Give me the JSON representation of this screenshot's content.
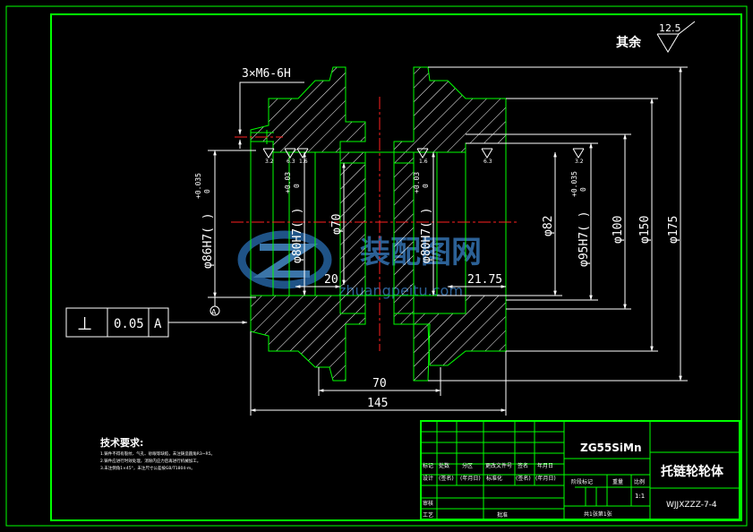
{
  "surface_note": {
    "label": "其余",
    "roughness": "12.5"
  },
  "thread_callout": "3×M6-6H",
  "dimensions": {
    "d86": "φ86H7(  )",
    "d86_tol_upper": "+0.035",
    "d86_tol_lower": "0",
    "d80_left": "φ80H7(  )",
    "d80_left_tol_upper": "+0.03",
    "d80_left_tol_lower": "0",
    "d70": "φ70",
    "d80_right": "φ80H7(  )",
    "d80_right_tol_upper": "+0.03",
    "d80_right_tol_lower": "0",
    "d82": "φ82",
    "d95": "φ95H7(  )",
    "d95_tol_upper": "+0.035",
    "d95_tol_lower": "0",
    "d100": "φ100",
    "d150": "φ150",
    "d175": "φ175",
    "len20": "20",
    "len2175": "21.75",
    "len70": "70",
    "len145": "145"
  },
  "roughness_marks": [
    "3.2",
    "6.3",
    "1.6",
    "1.6",
    "6.3",
    "3.2"
  ],
  "geometric_tolerance": {
    "symbol": "⊥",
    "value": "0.05",
    "datum": "A"
  },
  "datum_label": "A",
  "watermark": {
    "text": "装配图网",
    "url": "zhuangpeitu.com"
  },
  "tech_requirements": {
    "title": "技术要求:",
    "lines": [
      "1.铸件不得有裂纹、气孔、砂眼等缺陷，未注铸造圆角R3~R5。",
      "2.铸件应进行时效处理，消除内应力后再进行机械加工。",
      "3.未注倒角1×45°，未注尺寸公差按GB/T1804-m。"
    ]
  },
  "title_block": {
    "material": "ZG55SiMn",
    "part_name": "托链轮轮体",
    "drawing_no": "WJJXZZZ-7-4",
    "row_labels": [
      "标记",
      "处数",
      "分区",
      "更改文件号",
      "签名",
      "年月日"
    ],
    "design": "设计",
    "design_sign": "(签名)",
    "design_date": "(年月日)",
    "standardize": "标准化",
    "std_sign": "(签名)",
    "std_date": "(年月日)",
    "stage_mark": "阶段标记",
    "weight": "重量",
    "scale_label": "比例",
    "scale": "1:1",
    "review": "审核",
    "process": "工艺",
    "approve": "批准",
    "sheet_info": "共1张第1张"
  }
}
